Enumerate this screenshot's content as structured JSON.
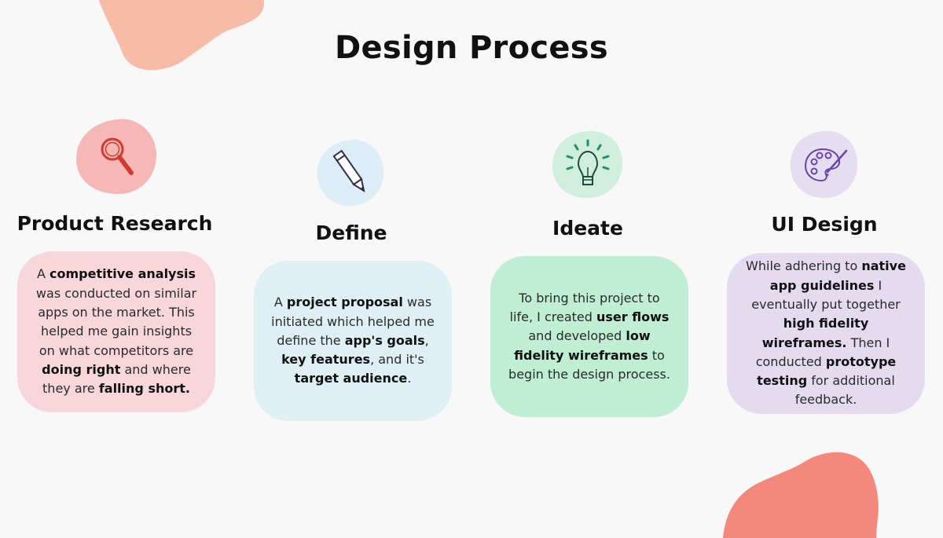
{
  "title": "Design Process",
  "colors": {
    "background": "#f8f8f8",
    "blob_top": "#f8bba7",
    "blob_bottom": "#f4887b",
    "research_card": "#f8d7dc",
    "research_icon_bg": "#f6b7b7",
    "define_card": "#dff0f5",
    "define_icon_bg": "#dcedf5",
    "ideate_card": "#bfeed4",
    "ideate_icon_bg": "#cfeedd",
    "ui_card": "#e4dbef",
    "ui_icon_bg": "#e5ddf0"
  },
  "steps": [
    {
      "title": "Product Research",
      "icon": "magnifying-glass-icon",
      "desc": [
        {
          "t": "A ",
          "b": false
        },
        {
          "t": "competitive analysis",
          "b": true
        },
        {
          "t": " was conducted on similar apps on the market. This helped me gain insights on what competitors are ",
          "b": false
        },
        {
          "t": "doing right",
          "b": true
        },
        {
          "t": " and where they are ",
          "b": false
        },
        {
          "t": "falling short.",
          "b": true
        }
      ]
    },
    {
      "title": "Define",
      "icon": "pencil-icon",
      "desc": [
        {
          "t": "A ",
          "b": false
        },
        {
          "t": "project proposal",
          "b": true
        },
        {
          "t": " was initiated which helped me define the ",
          "b": false
        },
        {
          "t": "app's goals",
          "b": true
        },
        {
          "t": ", ",
          "b": false
        },
        {
          "t": "key features",
          "b": true
        },
        {
          "t": ", and it's ",
          "b": false
        },
        {
          "t": "target audience",
          "b": true
        },
        {
          "t": ".",
          "b": false
        }
      ]
    },
    {
      "title": "Ideate",
      "icon": "lightbulb-icon",
      "desc": [
        {
          "t": "To bring this project to life, I created ",
          "b": false
        },
        {
          "t": "user flows",
          "b": true
        },
        {
          "t": " and developed ",
          "b": false
        },
        {
          "t": "low fidelity wireframes",
          "b": true
        },
        {
          "t": " to begin the design process.",
          "b": false
        }
      ]
    },
    {
      "title": "UI Design",
      "icon": "paint-palette-icon",
      "desc": [
        {
          "t": "While adhering to ",
          "b": false
        },
        {
          "t": "native app guidelines",
          "b": true
        },
        {
          "t": " I eventually put together ",
          "b": false
        },
        {
          "t": "high fidelity wireframes.",
          "b": true
        },
        {
          "t": " Then I conducted ",
          "b": false
        },
        {
          "t": "prototype testing",
          "b": true
        },
        {
          "t": " for additional feedback.",
          "b": false
        }
      ]
    }
  ]
}
